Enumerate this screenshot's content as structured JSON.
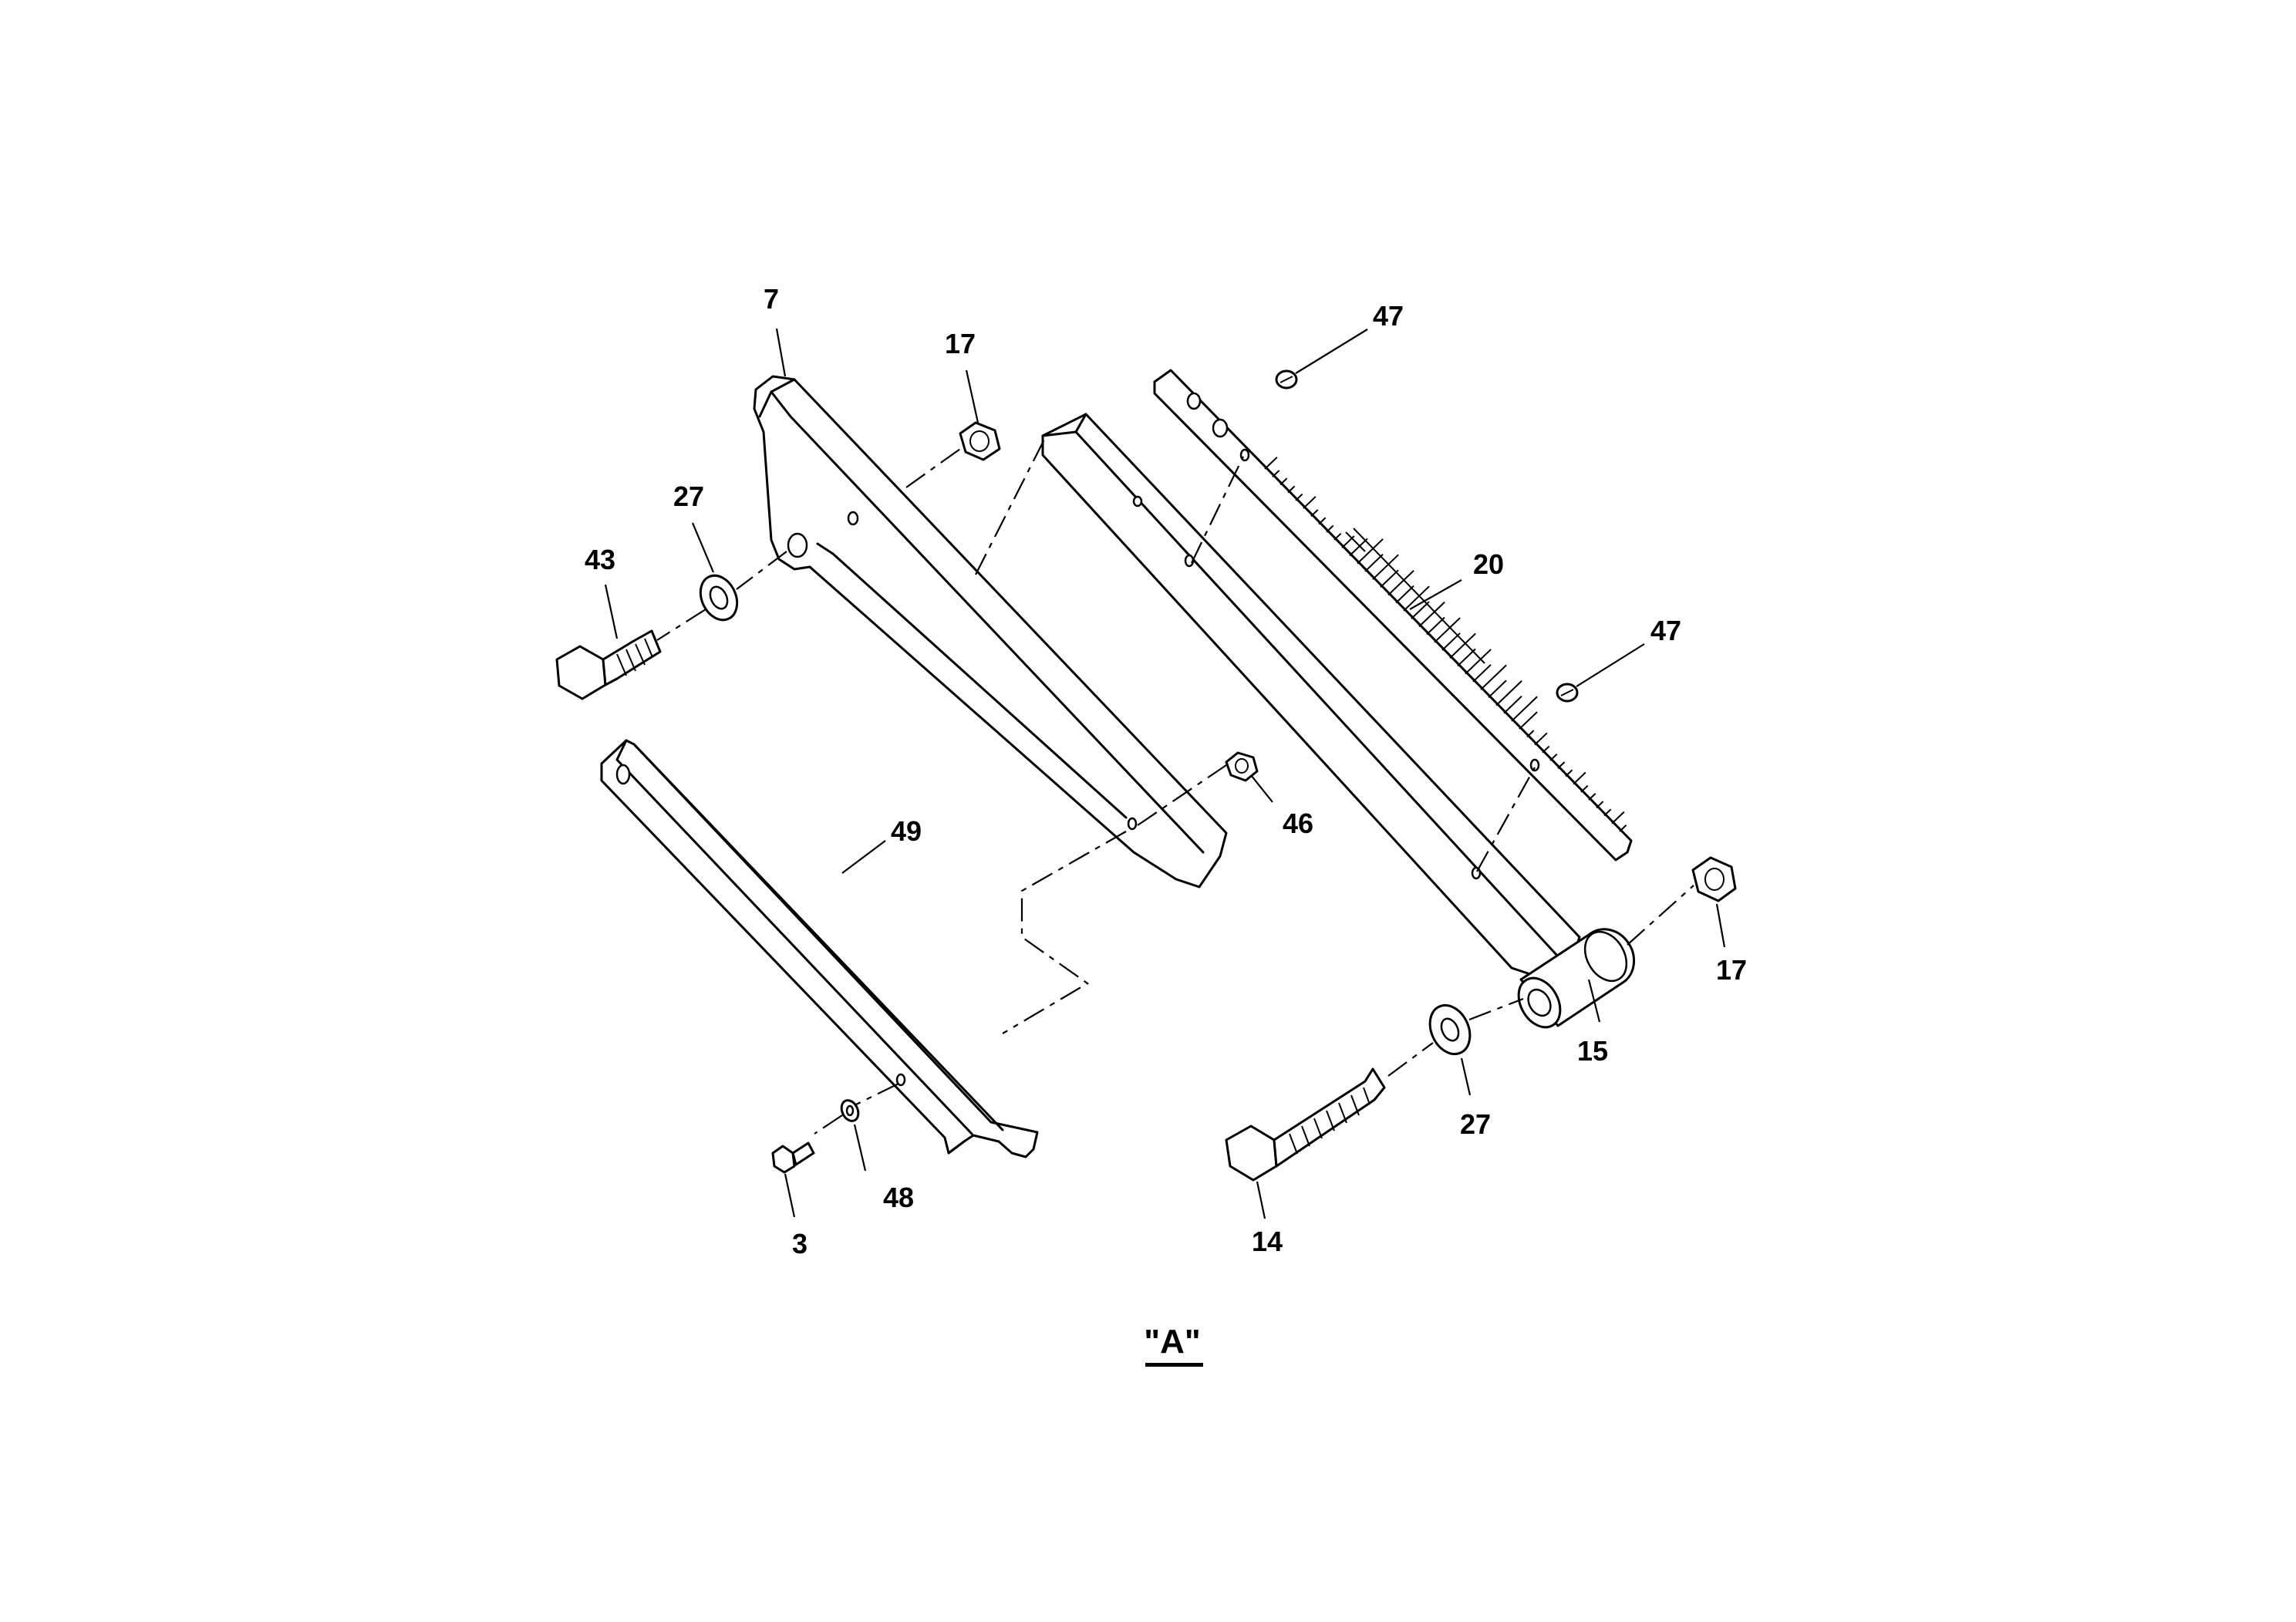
{
  "diagram": {
    "view_label": "\"A\"",
    "callouts": {
      "c7": "7",
      "c17a": "17",
      "c27a": "27",
      "c43": "43",
      "c47a": "47",
      "c20": "20",
      "c47b": "47",
      "c46": "46",
      "c49": "49",
      "c17b": "17",
      "c15": "15",
      "c27b": "27",
      "c14": "14",
      "c48": "48",
      "c3": "3"
    }
  }
}
